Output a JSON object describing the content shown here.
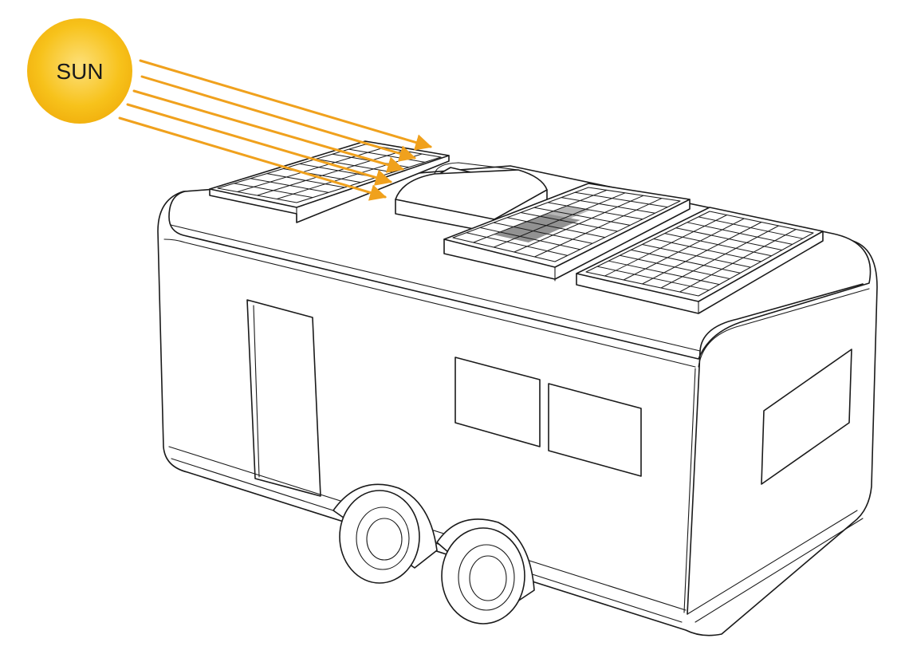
{
  "labels": {
    "sun": "SUN"
  },
  "colors": {
    "sun_fill": "#f7c21b",
    "sun_glow": "#fde07a",
    "ray": "#f0a11d",
    "shadow": "#6e6e6e",
    "outline": "#1a1a1a"
  },
  "scene": {
    "ray_count": 5,
    "solar_panel_count": 3,
    "wheel_count": 2,
    "shaded_panel": "middle-panel"
  }
}
